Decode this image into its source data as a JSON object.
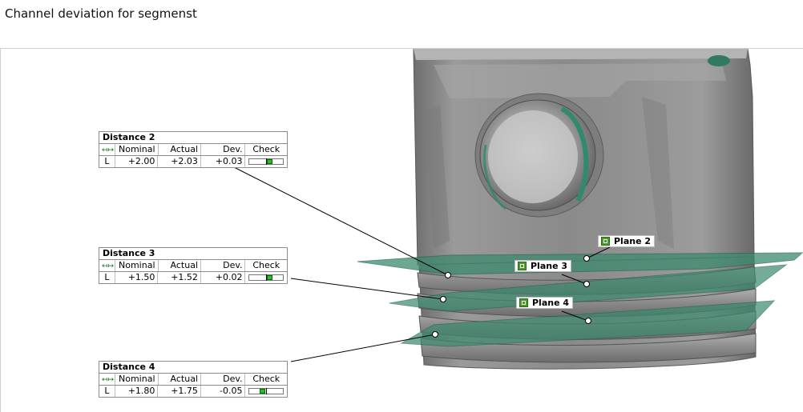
{
  "header": {
    "title": "Channel deviation for segmenst"
  },
  "colors": {
    "plane_fill": "#3b8a6e",
    "check_ok": "#23c323",
    "part_gray": "#8e8e8e"
  },
  "columns": {
    "axis": "↤↦",
    "nominal": "Nominal",
    "actual": "Actual",
    "dev": "Dev.",
    "check": "Check"
  },
  "distances": [
    {
      "title": "Distance 2",
      "axis": "L",
      "nominal": "+2.00",
      "actual": "+2.03",
      "dev": "+0.03",
      "check_fraction": 0.64
    },
    {
      "title": "Distance 3",
      "axis": "L",
      "nominal": "+1.50",
      "actual": "+1.52",
      "dev": "+0.02",
      "check_fraction": 0.62
    },
    {
      "title": "Distance 4",
      "axis": "L",
      "nominal": "+1.80",
      "actual": "+1.75",
      "dev": "-0.05",
      "check_fraction": 0.36
    }
  ],
  "planes": [
    {
      "label": "Plane 2",
      "icon": "plane-icon"
    },
    {
      "label": "Plane 3",
      "icon": "plane-icon"
    },
    {
      "label": "Plane 4",
      "icon": "plane-icon"
    }
  ]
}
